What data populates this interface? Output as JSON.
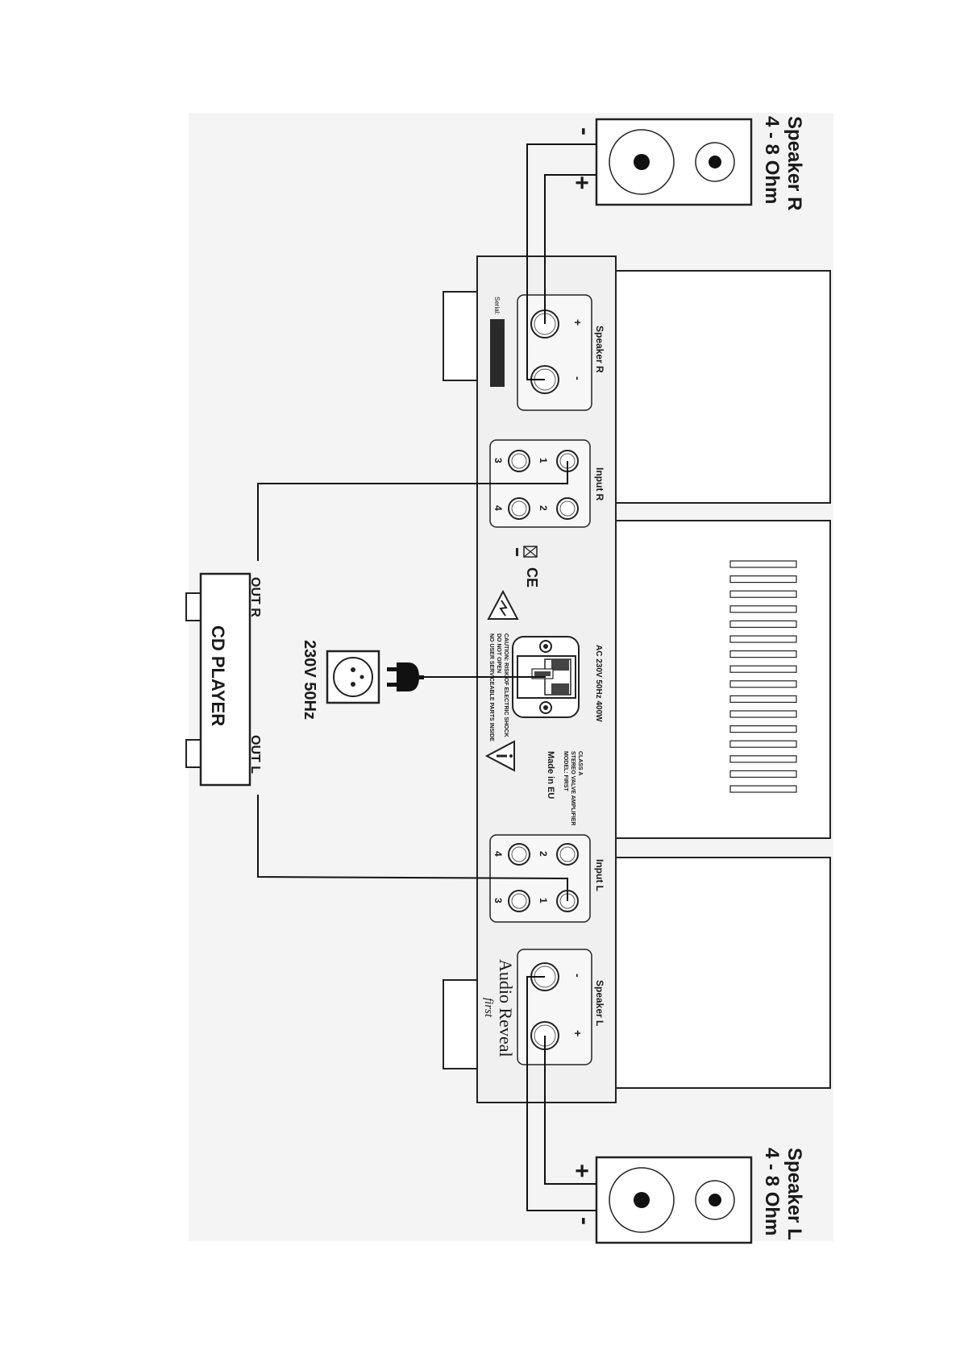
{
  "speaker_r": {
    "title": "Speaker R",
    "impedance": "4 - 8 Ohm",
    "minus": "-",
    "plus": "+"
  },
  "speaker_l": {
    "title": "Speaker L",
    "impedance": "4 - 8 Ohm",
    "minus": "-",
    "plus": "+"
  },
  "amp": {
    "speaker_r_label": "Speaker R",
    "speaker_l_label": "Speaker L",
    "input_r_label": "Input R",
    "input_l_label": "Input L",
    "input_numbers": [
      "1",
      "2",
      "3",
      "4"
    ],
    "terminal_plus": "+",
    "terminal_minus": "-",
    "serial_label": "Serial:",
    "ac_rating": "AC 230V 50Hz   400W",
    "caution": [
      "CAUTION: RISK OF ELECTRIC SHOCK",
      "DO NOT OPEN",
      "NO USER SERVICEABLE PARTS INSIDE"
    ],
    "class_lines": [
      "CLASS A",
      "STEREO VALVE AMPLIFIER",
      "MODEL: FIRST"
    ],
    "made_in": "Made in EU",
    "ce_mark": "CE",
    "brand": "Audio Reveal",
    "model_script": "first"
  },
  "cd_player": {
    "title": "CD PLAYER",
    "out_r": "OUT R",
    "out_l": "OUT L"
  },
  "mains": {
    "label": "230V 50Hz"
  }
}
